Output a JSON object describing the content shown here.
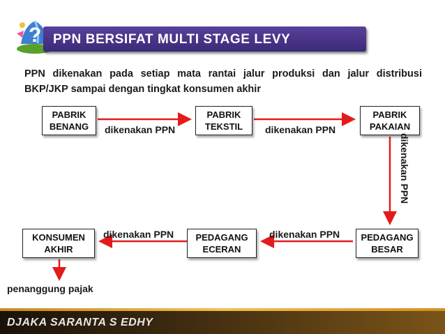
{
  "title": "PPN BERSIFAT MULTI STAGE LEVY",
  "intro": "PPN dikenakan pada setiap mata rantai jalur produksi dan jalur distribusi BKP/JKP sampai dengan tingkat konsumen akhir",
  "nodes": {
    "pabrik_benang": [
      "PABRIK",
      "BENANG"
    ],
    "pabrik_tekstil": [
      "PABRIK",
      "TEKSTIL"
    ],
    "pabrik_pakaian": [
      "PABRIK",
      "PAKAIAN"
    ],
    "pedagang_besar": [
      "PEDAGANG",
      "BESAR"
    ],
    "pedagang_eceran": [
      "PEDAGANG",
      "ECERAN"
    ],
    "konsumen_akhir": [
      "KONSUMEN",
      "AKHIR"
    ]
  },
  "edge_label": "dikenakan PPN",
  "edges": {
    "e1": "dikenakan PPN",
    "e2": "dikenakan PPN",
    "e3": "dikenakan PPN",
    "e4": "dikenakan PPN",
    "e5": "dikenakan PPN"
  },
  "output_label": "penanggung pajak",
  "footer": "DJAKA SARANTA S EDHY",
  "colors": {
    "title_bg": "#4b3490",
    "arrow": "#e31b1b",
    "footer_bg": "#2a1c0c"
  }
}
